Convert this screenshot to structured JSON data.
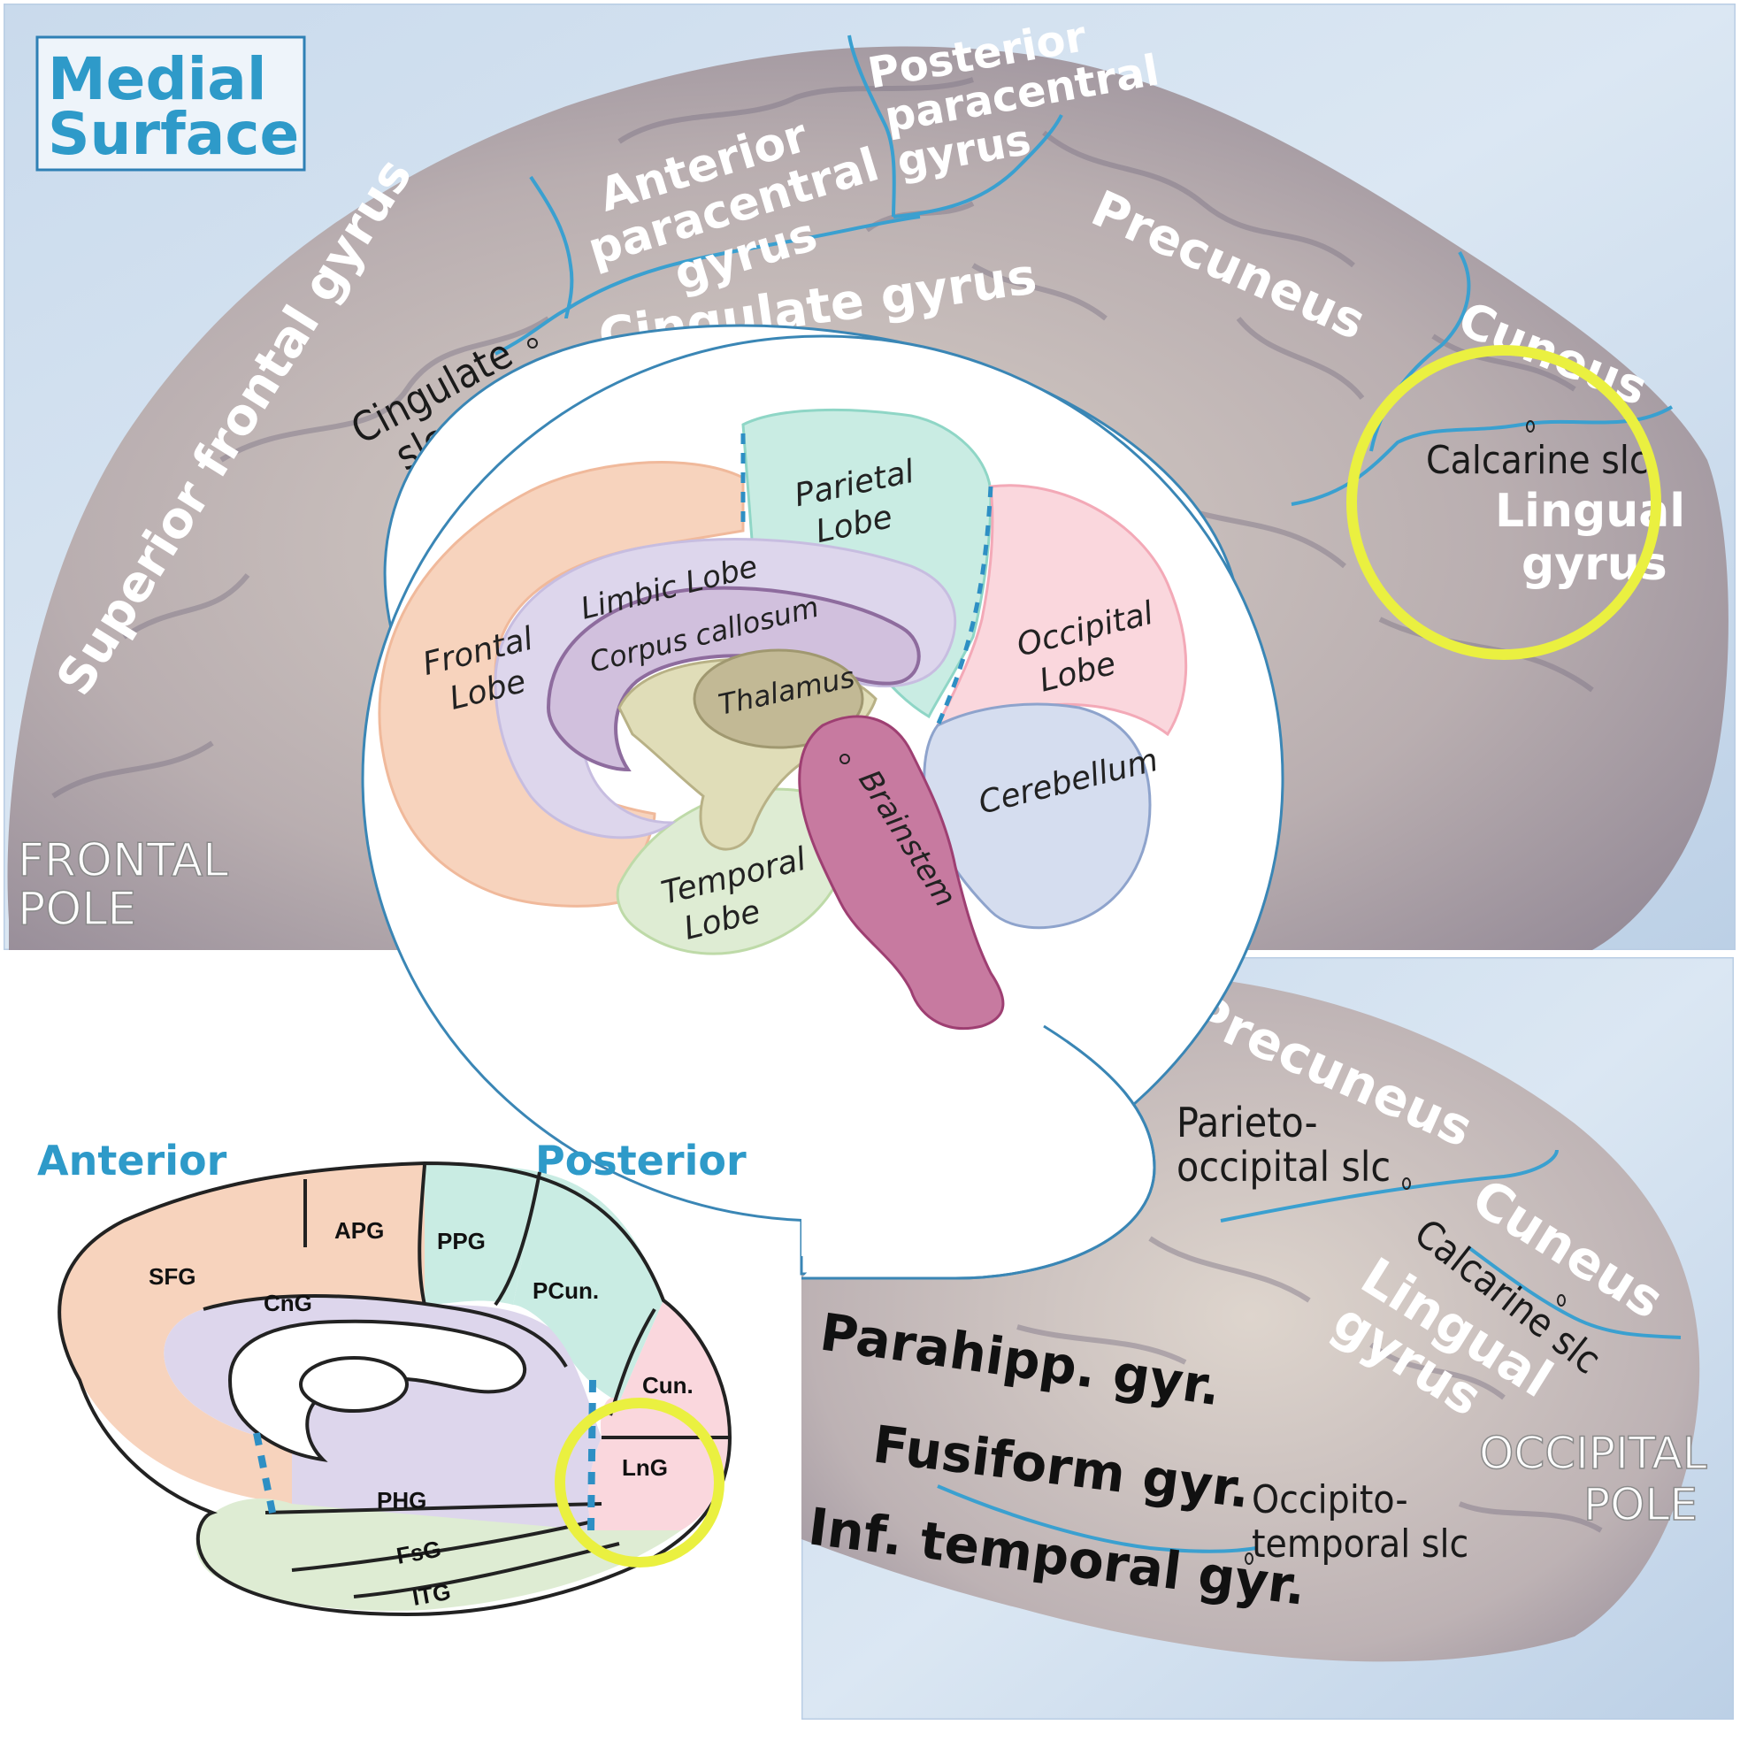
{
  "title_box": {
    "line1": "Medial",
    "line2": "Surface"
  },
  "photo_top": {
    "gyri": {
      "superior_frontal": "Superior frontal gyrus",
      "anterior_paracentral_1": "Anterior",
      "anterior_paracentral_2": "paracentral",
      "anterior_paracentral_3": "gyrus",
      "posterior_paracentral_1": "Posterior",
      "posterior_paracentral_2": "paracentral",
      "posterior_paracentral_3": "gyrus",
      "cingulate_gyrus": "Cingulate gyrus",
      "precuneus": "Precuneus",
      "cuneus": "Cuneus",
      "lingual_1": "Lingual",
      "lingual_2": "gyrus"
    },
    "sulci": {
      "cingulate_1": "Cingulate",
      "cingulate_2": "slc",
      "calcarine": "Calcarine slc"
    },
    "pole": {
      "line1": "FRONTAL",
      "line2": "POLE"
    }
  },
  "lobe_diagram": {
    "frontal_1": "Frontal",
    "frontal_2": "Lobe",
    "parietal_1": "Parietal",
    "parietal_2": "Lobe",
    "limbic": "Limbic Lobe",
    "corpus_callosum": "Corpus callosum",
    "thalamus": "Thalamus",
    "occipital_1": "Occipital",
    "occipital_2": "Lobe",
    "cerebellum": "Cerebellum",
    "temporal_1": "Temporal",
    "temporal_2": "Lobe",
    "brainstem": "Brainstem"
  },
  "schematic": {
    "anterior": "Anterior",
    "posterior": "Posterior",
    "regions": {
      "SFG": "SFG",
      "APG": "APG",
      "PPG": "PPG",
      "PCun": "PCun.",
      "CnG": "CnG",
      "Cun": "Cun.",
      "LnG": "LnG",
      "PHG": "PHG",
      "FsG": "FsG",
      "ITG": "ITG"
    }
  },
  "photo_bottom": {
    "precuneus": "Precuneus",
    "parieto_1": "Parieto-",
    "parieto_2": "occipital slc",
    "cuneus": "Cuneus",
    "calcarine": "Calcarine slc",
    "lingual_1": "Lingual",
    "lingual_2": "gyrus",
    "parahipp": "Parahipp. gyr.",
    "fusiform": "Fusiform gyr.",
    "occipito_1": "Occipito-",
    "occipito_2": "temporal slc",
    "inf_temporal": "Inf. temporal gyr.",
    "pole_1": "OCCIPITAL",
    "pole_2": "POLE"
  },
  "colors": {
    "sulcus_line": "#3aa0d0",
    "highlight_ring": "#eaf040",
    "frontal": "#f7d3bd",
    "parietal": "#c9ece3",
    "occipital": "#fad7dd",
    "limbic": "#ddd6ec",
    "temporal": "#deecd3",
    "cerebellum": "#d5ddef",
    "brainstem": "#c77aa0",
    "thalamus": "#c2b995",
    "heading_blue": "#2e9ac9"
  }
}
